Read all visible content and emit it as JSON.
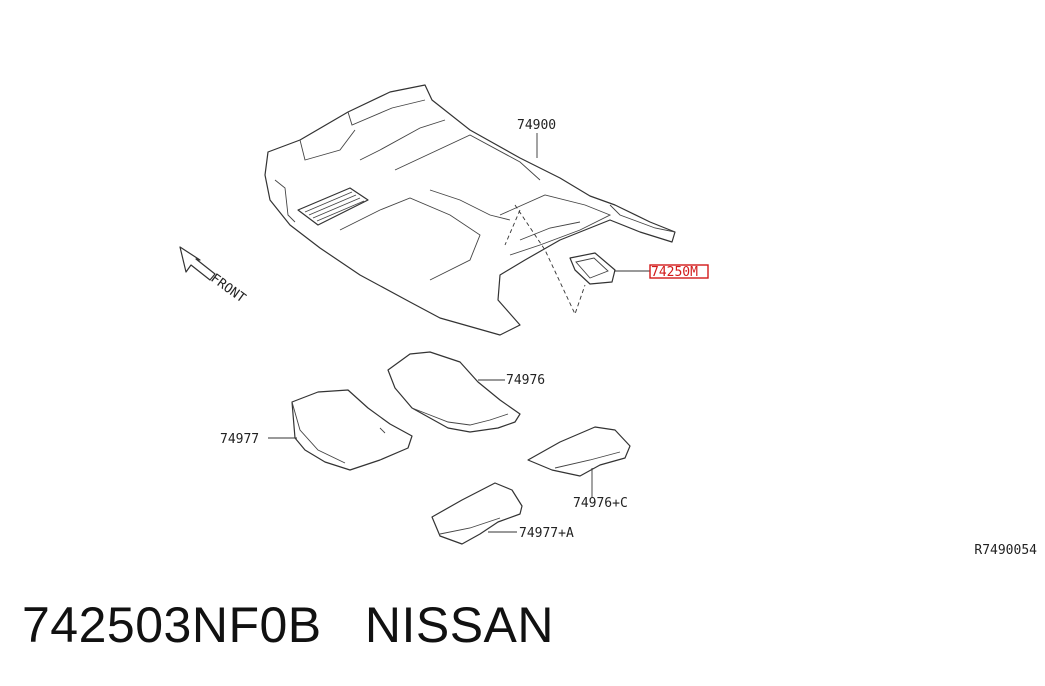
{
  "diagram": {
    "direction_label": "FRONT",
    "callouts": {
      "carpet": "74900",
      "highlighted": "74250M",
      "mat_front_right": "74976",
      "mat_front_left": "74977",
      "mat_rear_right": "74976+C",
      "mat_rear_left": "74977+A"
    },
    "reference_code": "R7490054",
    "highlight_color": "#d21a1a"
  },
  "caption": {
    "part_number": "742503NF0B",
    "brand": "NISSAN"
  }
}
